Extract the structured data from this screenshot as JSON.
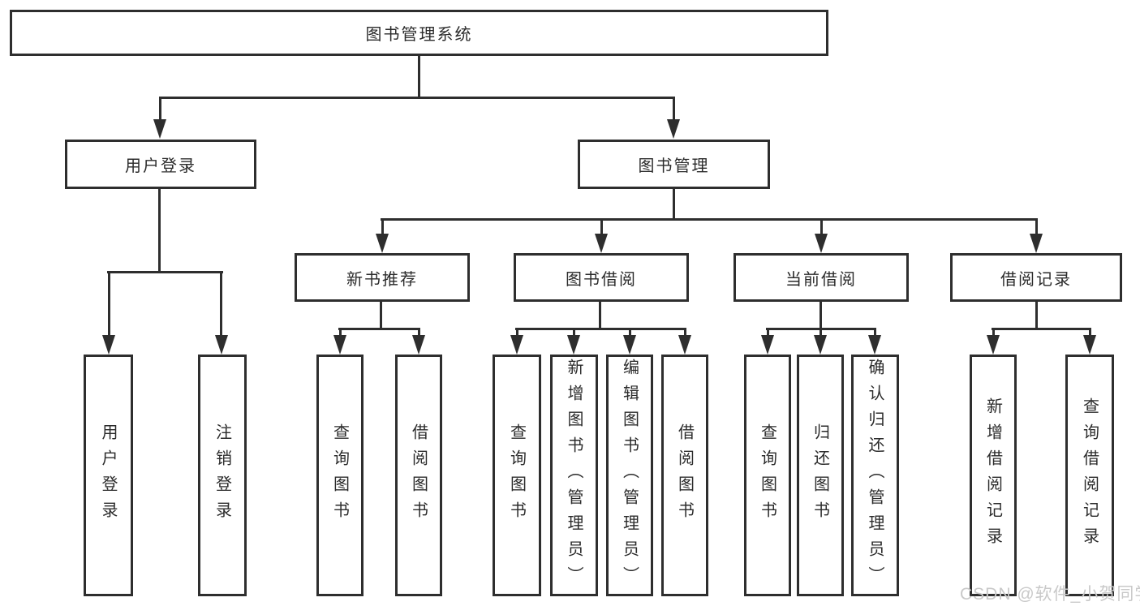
{
  "diagram": {
    "root": "图书管理系统",
    "user_branch": {
      "label": "用户登录",
      "children": [
        "用户登录",
        "注销登录"
      ]
    },
    "mgmt_branch": {
      "label": "图书管理",
      "groups": [
        {
          "label": "新书推荐",
          "children": [
            "查询图书",
            "借阅图书"
          ]
        },
        {
          "label": "图书借阅",
          "children": [
            "查询图书",
            "新增图书（管理员）",
            "编辑图书（管理员）",
            "借阅图书"
          ]
        },
        {
          "label": "当前借阅",
          "children": [
            "查询图书",
            "归还图书",
            "确认归还（管理员）"
          ]
        },
        {
          "label": "借阅记录",
          "children": [
            "新增借阅记录",
            "查询借阅记录"
          ]
        }
      ]
    }
  },
  "watermark": "CSDN @软件_小贺同学",
  "colors": {
    "line": "#2e2e2e",
    "text": "#2b2b2b",
    "watermark": "#c9c9c9",
    "background": "#ffffff"
  }
}
